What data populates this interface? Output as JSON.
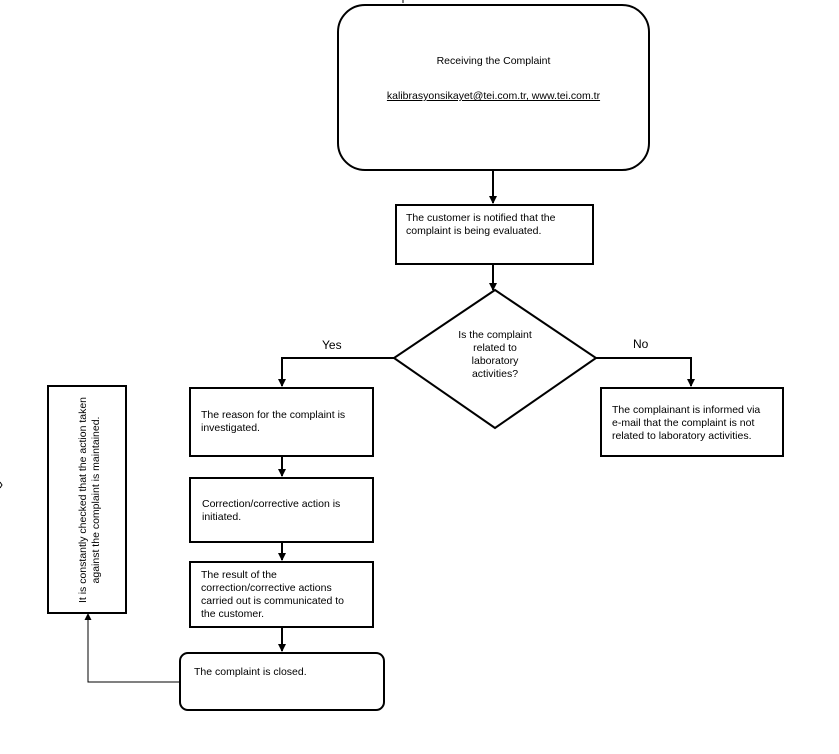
{
  "start": {
    "title": "Receiving the Complaint",
    "contact": "kalibrasyonsikayet@tei.com.tr, www.tei.com.tr"
  },
  "step_notify": "The customer is notified that the complaint is being evaluated.",
  "decision": "Is the complaint related to laboratory activities?",
  "branch_yes": "Yes",
  "branch_no": "No",
  "no_action": "The complainant is informed via e-mail that the complaint is not related to laboratory activities.",
  "step_investigate": "The reason for the complaint is investigated.",
  "step_correction": "Correction/corrective action is initiated.",
  "step_result": "The result of the correction/corrective actions carried out is communicated to the customer.",
  "end_closed": "The complaint is closed.",
  "side_check": "It is constantly checked that the action taken against the complaint is maintained."
}
